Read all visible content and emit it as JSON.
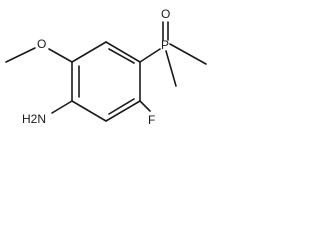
{
  "molecule": {
    "atoms": {
      "amine": "H2N",
      "phosphorus": "P",
      "oxygen_double": "O",
      "methoxy_oxygen": "O",
      "fluorine": "F"
    }
  }
}
